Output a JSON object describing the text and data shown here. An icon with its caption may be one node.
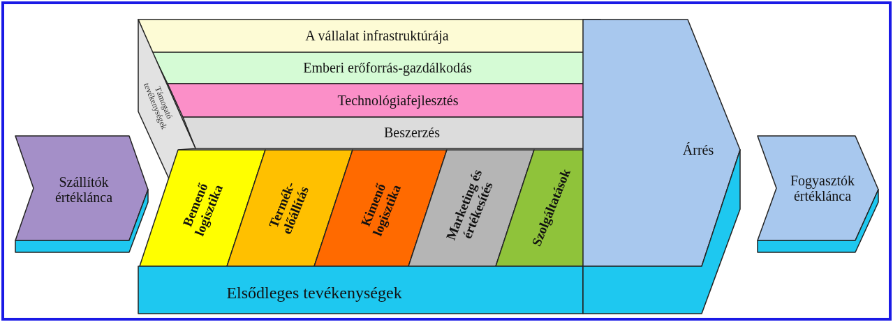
{
  "diagram": {
    "nodes": [
      {
        "text": [
          "Szállítók értéklánca"
        ]
      },
      {
        "text": [
          "A vállalat infrastruktúrája"
        ]
      },
      {
        "text": [
          "Emberi erőforrás-gazdálkodás"
        ]
      },
      {
        "text": [
          "Technológiafejlesztés"
        ]
      },
      {
        "text": [
          "Beszerzés"
        ]
      },
      {
        "text": [
          "Támogató tevékenységek"
        ]
      },
      {
        "text": [
          "Bemenő logisztika"
        ]
      },
      {
        "text": [
          "Termék-előállítás"
        ]
      },
      {
        "text": [
          "Kimenő logisztika"
        ]
      },
      {
        "text": [
          "Marketing és értékesítés"
        ]
      },
      {
        "text": [
          "Szolgáltatások"
        ]
      },
      {
        "text": [
          "Elsődleges tevékenységek"
        ]
      },
      {
        "text": [
          "Árrés"
        ]
      },
      {
        "text": [
          "Fogyasztók értéklánca"
        ]
      }
    ]
  }
}
